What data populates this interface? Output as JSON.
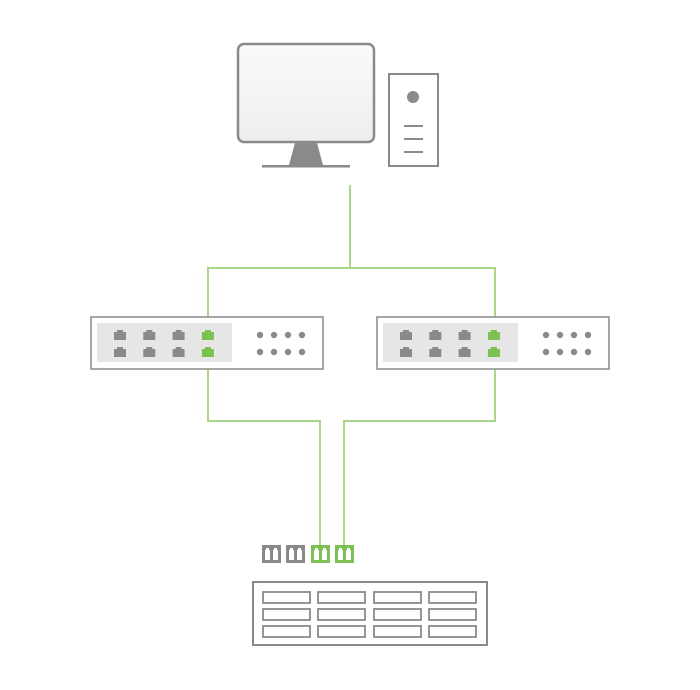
{
  "colors": {
    "device": "#8a8a8a",
    "link": "#a9d68b",
    "active_port": "#7dc153",
    "panel": "#e6e6e6",
    "background": "#ffffff"
  },
  "switches": [
    {
      "ports_per_row": 4,
      "active_port_column": 4,
      "status_leds": 8
    },
    {
      "ports_per_row": 4,
      "active_port_column": 4,
      "status_leds": 8
    }
  ],
  "storage": {
    "fiber_ports": 4,
    "active_fiber_ports": 2,
    "bays": 12
  }
}
